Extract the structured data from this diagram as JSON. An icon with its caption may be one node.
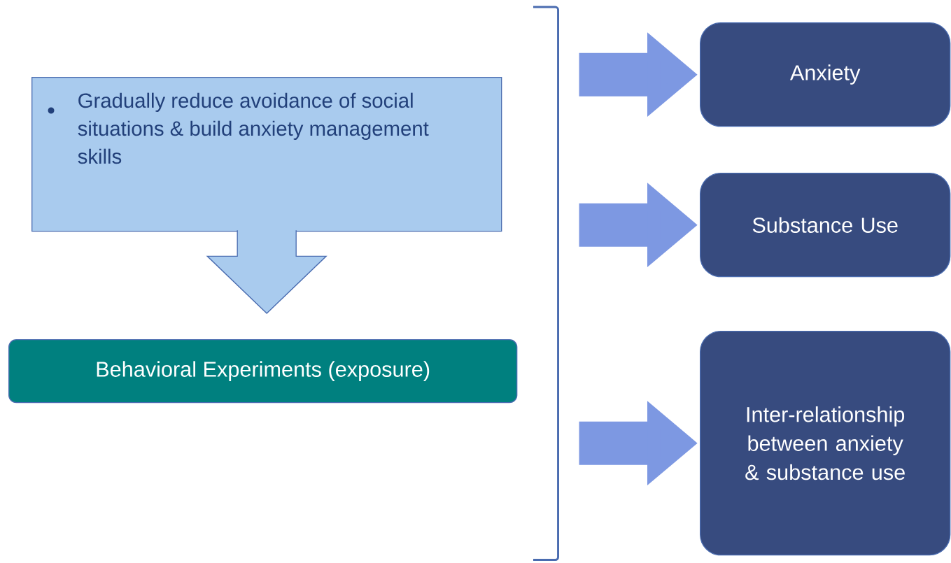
{
  "diagram": {
    "nodes": [
      {
        "text": [
          "Gradually reduce avoidance of social situations & build anxiety management skills"
        ]
      },
      {
        "text": [
          "Behavioral Experiments (exposure)"
        ]
      },
      {
        "text": [
          "Anxiety"
        ]
      },
      {
        "text": [
          "Substance Use"
        ]
      },
      {
        "text": [
          "Inter-relationship between anxiety & substance use"
        ]
      },
      {
        "text": [],
        "shape": "bracket"
      }
    ],
    "edges": [
      {
        "from": 0,
        "to": 1,
        "arrow": "to"
      },
      {
        "from": 5,
        "to": 2,
        "arrow": "to"
      },
      {
        "from": 5,
        "to": 3,
        "arrow": "to"
      },
      {
        "from": 5,
        "to": 4,
        "arrow": "to"
      }
    ]
  }
}
